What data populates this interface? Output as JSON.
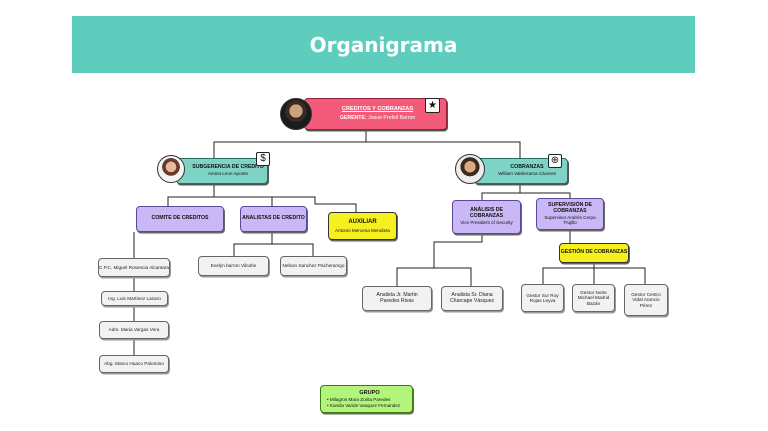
{
  "title": "Organigrama",
  "top": {
    "title": "CREDITOS Y COBRANZAS",
    "gerente_label": "GERENTE:",
    "gerente_name": "Josue Prefell Barron"
  },
  "sub_credito": {
    "title": "SUBGERENCIA DE CREDITO",
    "name": "Amina Leon Aponte"
  },
  "cobranzas": {
    "title": "COBRANZAS",
    "name": "William Valderrama Cáceres"
  },
  "comite": {
    "title": "COMITE DE CREDITOS"
  },
  "comite_members": [
    "C.P.C. Miguel Rosencia Alcantara",
    "Ing. Luis Martinez Lazaro",
    "Adm. Maria Vargas Vera",
    "Abg. Marco Huaco Palomino"
  ],
  "analistas": {
    "title": "ANALISTAS DE  CREDITO"
  },
  "analistas_members": [
    "Evelyn barron Vilcahe",
    "Nelson Sanchez Pacheramgo"
  ],
  "auxiliar": {
    "title": "AUXILIAR",
    "name": "Antonio Mercena Mendieta"
  },
  "analisis_cobranzas": {
    "title": "ANÁLISIS DE COBRANZAS",
    "name": "Vice President of Security"
  },
  "analisis_members": [
    "Analista Jr. Martin Paredes Rivas",
    "Analista Sr. Diana Charcape Vásquez"
  ],
  "supervision": {
    "title": "SUPERVISIÓN DE COBRANZAS",
    "name": "Supervisor Andrés Cerpa Trujillo"
  },
  "gestion": {
    "title": "GESTIÓN DE COBRANZAS"
  },
  "gestion_members": [
    "Gestor Sur Roy Rojas Leyva",
    "Gestor Norte Michael Madrid Bazán",
    "Gestor Centro Vidal Arancio Pérez"
  ],
  "grupo": {
    "title": "GRUPO",
    "members": [
      "Milagros Mara Zurita Paredes",
      "Kamila Varide Vasquez Fernandez"
    ]
  },
  "icons": {
    "top": "star-icon",
    "credito": "dollar-icon",
    "cobranzas": "globe-icon"
  },
  "colors": {
    "banner": "#5fcdbd",
    "pink": "#f45b7a",
    "teal": "#7ed3c7",
    "purple": "#c9b8f5",
    "yellow": "#f7f01f",
    "green": "#b3f57a"
  }
}
